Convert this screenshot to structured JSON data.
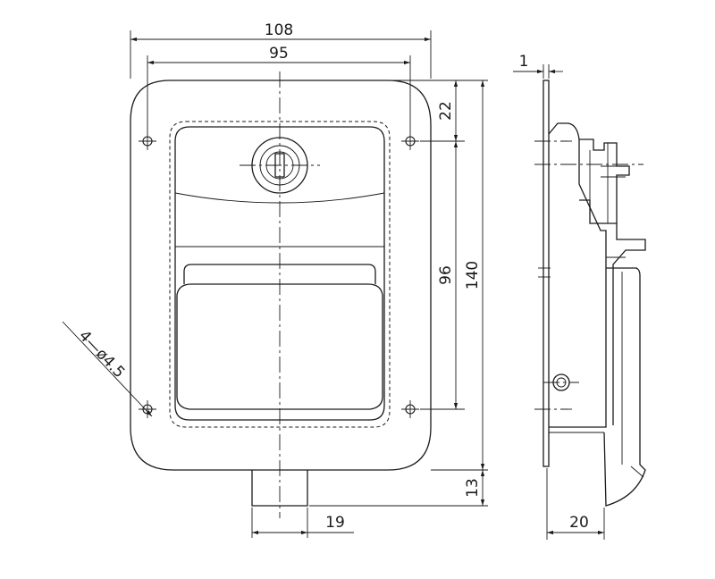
{
  "dimensions": {
    "overall_width": "108",
    "hole_spacing_width": "95",
    "top_offset": "22",
    "hole_spacing_height": "96",
    "overall_height": "140",
    "bottom_projection": "13",
    "bolt_width": "19",
    "hole_callout": "4—ø4.5",
    "side_thickness": "1",
    "side_depth": "20"
  }
}
